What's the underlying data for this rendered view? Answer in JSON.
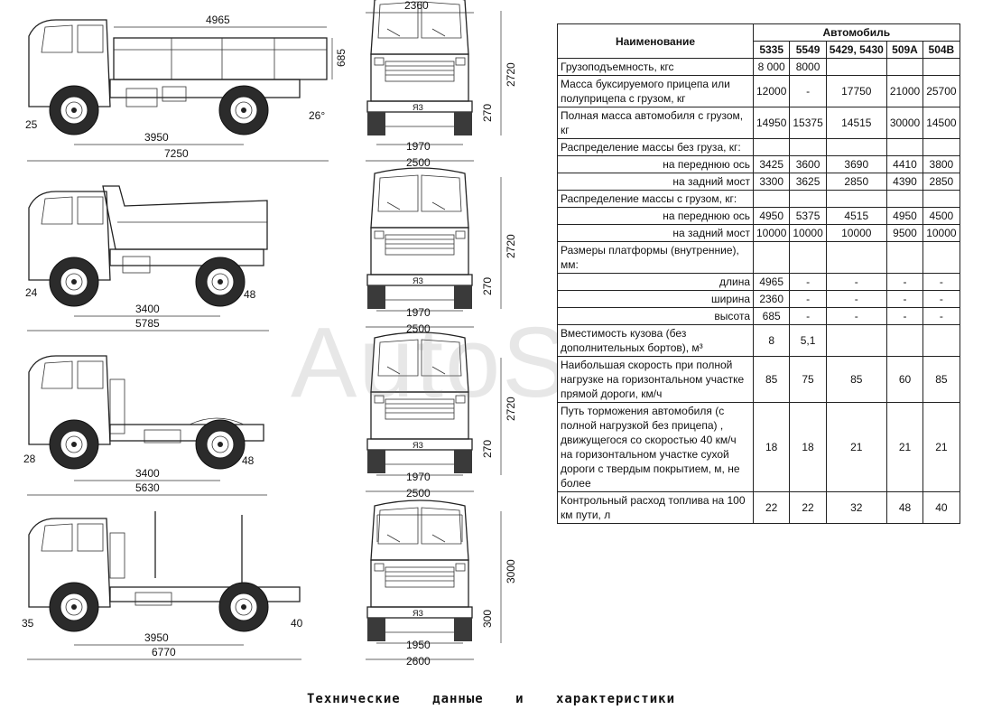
{
  "caption": "Технические данные и характеристики",
  "watermark": "AutoSoft",
  "drawings": [
    {
      "id": "flatbed",
      "length_top": "4965",
      "platform_height": "685",
      "wheelbase": "3950",
      "overall_length": "7250",
      "front_angle": "25",
      "rear_angle": "26°",
      "front_width": "2360",
      "front_height": "2720",
      "clearance": "270",
      "track": "1970",
      "overall_width": "2500"
    },
    {
      "id": "dump",
      "wheelbase": "3400",
      "overall_length": "5785",
      "front_angle": "24",
      "rear_angle": "48",
      "front_height": "2720",
      "clearance": "270",
      "track": "1970",
      "overall_width": "2500"
    },
    {
      "id": "tractor",
      "wheelbase": "3400",
      "overall_length": "5630",
      "front_angle": "28",
      "rear_angle": "48",
      "front_height": "2720",
      "clearance": "270",
      "track": "1970",
      "overall_width": "2500"
    },
    {
      "id": "timber",
      "wheelbase": "3950",
      "overall_length": "6770",
      "front_angle": "35",
      "rear_angle": "40",
      "front_height": "3000",
      "clearance": "300",
      "track": "1950",
      "overall_width": "2600"
    }
  ],
  "table": {
    "header_name": "Наименование",
    "header_group": "Автомобиль",
    "models": [
      "5335",
      "5549",
      "5429, 5430",
      "509А",
      "504В"
    ],
    "rows": [
      {
        "label": "Грузоподъемность, кгс",
        "align": "left",
        "values": [
          "8 000",
          "8000",
          "",
          "",
          ""
        ]
      },
      {
        "label": "Масса буксируемого прицепа или полуприцепа с грузом, кг",
        "align": "left",
        "values": [
          "12000",
          "-",
          "17750",
          "21000",
          "25700"
        ]
      },
      {
        "label": "Полная масса автомобиля с грузом, кг",
        "align": "left",
        "values": [
          "14950",
          "15375",
          "14515",
          "30000",
          "14500"
        ]
      },
      {
        "label": "Распределение массы без груза, кг:",
        "align": "left",
        "values": [
          "",
          "",
          "",
          "",
          ""
        ]
      },
      {
        "label": "на переднюю ось",
        "align": "right",
        "values": [
          "3425",
          "3600",
          "3690",
          "4410",
          "3800"
        ]
      },
      {
        "label": "на задний мост",
        "align": "right",
        "values": [
          "3300",
          "3625",
          "2850",
          "4390",
          "2850"
        ]
      },
      {
        "label": "Распределение массы с грузом, кг:",
        "align": "left",
        "values": [
          "",
          "",
          "",
          "",
          ""
        ]
      },
      {
        "label": "на переднюю ось",
        "align": "right",
        "values": [
          "4950",
          "5375",
          "4515",
          "4950",
          "4500"
        ]
      },
      {
        "label": "на задний мост",
        "align": "right",
        "values": [
          "10000",
          "10000",
          "10000",
          "9500",
          "10000"
        ]
      },
      {
        "label": "Размеры платформы (внутренние), мм:",
        "align": "left",
        "values": [
          "",
          "",
          "",
          "",
          ""
        ]
      },
      {
        "label": "длина",
        "align": "right",
        "values": [
          "4965",
          "-",
          "-",
          "-",
          "-"
        ]
      },
      {
        "label": "ширина",
        "align": "right",
        "values": [
          "2360",
          "-",
          "-",
          "-",
          "-"
        ]
      },
      {
        "label": "высота",
        "align": "right",
        "values": [
          "685",
          "-",
          "-",
          "-",
          "-"
        ]
      },
      {
        "label": "Вместимость кузова (без дополнительных бортов), м³",
        "align": "left",
        "values": [
          "8",
          "5,1",
          "",
          "",
          ""
        ]
      },
      {
        "label": "Наибольшая скорость при полной нагрузке на горизонтальном участке прямой дороги, км/ч",
        "align": "left",
        "values": [
          "85",
          "75",
          "85",
          "60",
          "85"
        ]
      },
      {
        "label": "Путь торможения автомобиля (с полной нагрузкой без прицепа) , движущегося со скоростью 40 км/ч на горизонтальном участке сухой дороги с твердым покрытием, м, не более",
        "align": "left",
        "values": [
          "18",
          "18",
          "21",
          "21",
          "21"
        ]
      },
      {
        "label": "Контрольный расход топлива на 100 км пути, л",
        "align": "left",
        "values": [
          "22",
          "22",
          "32",
          "48",
          "40"
        ]
      }
    ]
  }
}
